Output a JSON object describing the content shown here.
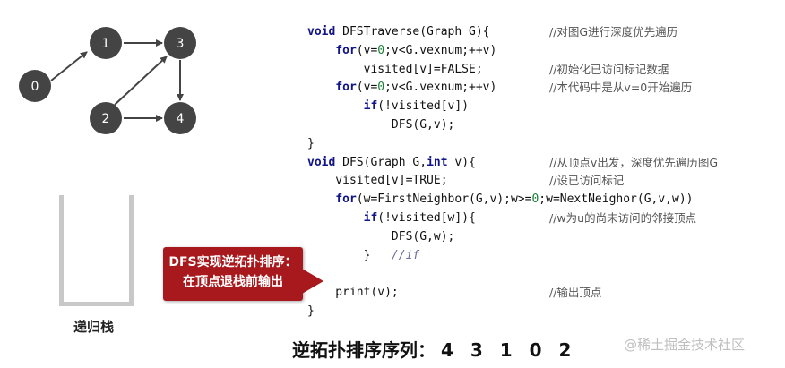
{
  "graph": {
    "nodes": [
      "0",
      "1",
      "2",
      "3",
      "4"
    ],
    "edges": [
      [
        "0",
        "1"
      ],
      [
        "1",
        "3"
      ],
      [
        "2",
        "3"
      ],
      [
        "2",
        "4"
      ],
      [
        "3",
        "4"
      ]
    ]
  },
  "stack_label": "递归栈",
  "callout": {
    "line1": "DFS实现逆拓扑排序：",
    "line2": "在顶点退栈前输出"
  },
  "code": [
    {
      "text": "void DFSTraverse(Graph G){",
      "comment": "//对图G进行深度优先遍历"
    },
    {
      "text": "    for(v=0;v<G.vexnum;++v)",
      "comment": ""
    },
    {
      "text": "        visited[v]=FALSE;",
      "comment": "//初始化已访问标记数据"
    },
    {
      "text": "    for(v=0;v<G.vexnum;++v)",
      "comment": "//本代码中是从v=0开始遍历"
    },
    {
      "text": "        if(!visited[v])",
      "comment": ""
    },
    {
      "text": "            DFS(G,v);",
      "comment": ""
    },
    {
      "text": "}",
      "comment": ""
    },
    {
      "text": "void DFS(Graph G,int v){",
      "comment": "//从顶点v出发，深度优先遍历图G"
    },
    {
      "text": "    visited[v]=TRUE;",
      "comment": "//设已访问标记"
    },
    {
      "text": "    for(w=FirstNeighbor(G,v);w>=0;w=NextNeighor(G,v,w))",
      "comment": ""
    },
    {
      "text": "        if(!visited[w]){",
      "comment": "//w为u的尚未访问的邻接顶点"
    },
    {
      "text": "            DFS(G,w);",
      "comment": ""
    },
    {
      "text": "        }   //if",
      "comment": ""
    },
    {
      "text": "",
      "comment": ""
    },
    {
      "text": "    print(v);",
      "comment": "//输出顶点"
    },
    {
      "text": "}",
      "comment": ""
    }
  ],
  "result": {
    "label": "逆拓扑排序序列：",
    "values": "4  3  1  0  2"
  },
  "watermark": "@稀土掘金技术社区",
  "colors": {
    "node": "#444444",
    "callout": "#a8191d",
    "keyword": "#111489",
    "stack": "#c8c8c8"
  }
}
